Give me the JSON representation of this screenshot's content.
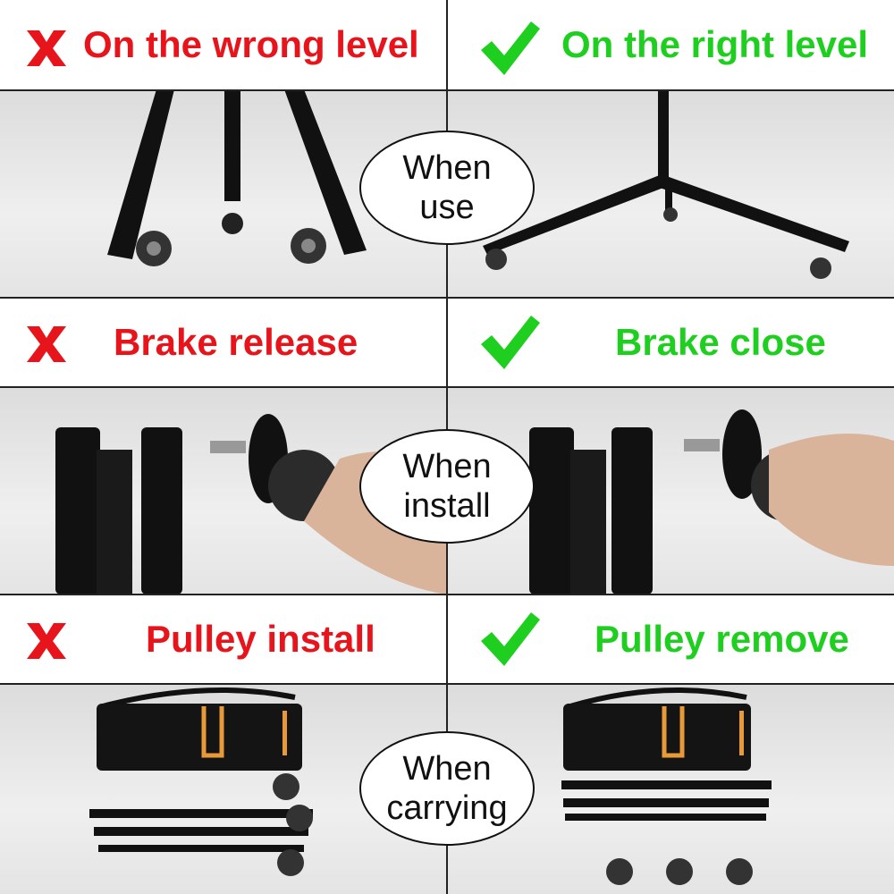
{
  "colors": {
    "wrong": "#e8141b",
    "right": "#1fcf1f"
  },
  "rows": [
    {
      "wrong_label": "On the wrong level",
      "right_label": "On the right level",
      "oval": [
        "When",
        "use"
      ]
    },
    {
      "wrong_label": "Brake release",
      "right_label": "Brake close",
      "oval": [
        "When",
        "install"
      ]
    },
    {
      "wrong_label": "Pulley install",
      "right_label": "Pulley remove",
      "oval": [
        "When",
        "carrying"
      ]
    }
  ],
  "icons": {
    "wrong": "x-mark-icon",
    "right": "check-mark-icon"
  }
}
